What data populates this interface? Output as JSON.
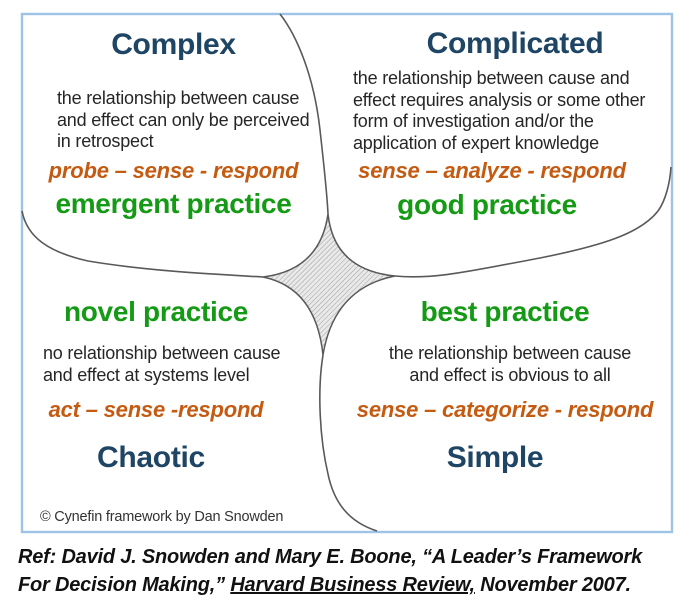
{
  "diagram_title": "Cynefin framework",
  "colors": {
    "domain_title": "#1f4565",
    "practice_green": "#149a14",
    "action_orange": "#c55a11",
    "frame_border": "#9dc3e6",
    "divider_gray": "#595959",
    "hatch_fill": "#e9e9e9",
    "hatch_line": "#9e9e9e"
  },
  "quadrants": {
    "complex": {
      "title": "Complex",
      "desc_lines": [
        "the relationship between cause",
        "and effect can only be perceived",
        "in retrospect"
      ],
      "action": "probe – sense - respond",
      "practice": "emergent practice"
    },
    "complicated": {
      "title": "Complicated",
      "desc_lines": [
        "the relationship between cause and",
        "effect requires analysis or some other",
        "form of investigation and/or the",
        "application of expert knowledge"
      ],
      "action": "sense – analyze - respond",
      "practice": "good practice"
    },
    "chaotic": {
      "title": "Chaotic",
      "practice": "novel practice",
      "desc_lines": [
        "no relationship between cause",
        "and effect at systems level"
      ],
      "action": "act – sense -respond"
    },
    "simple": {
      "title": "Simple",
      "practice": "best practice",
      "desc_lines": [
        "the relationship between cause",
        "and effect is obvious to all"
      ],
      "action": "sense – categorize - respond"
    }
  },
  "copyright": "© Cynefin framework by Dan Snowden",
  "citation": {
    "line1": "Ref: David J. Snowden and Mary E. Boone, “A Leader’s Framework",
    "line2_pre": "For Decision Making,” ",
    "line2_underline": "Harvard Business Review,",
    "line2_post": " November 2007."
  }
}
